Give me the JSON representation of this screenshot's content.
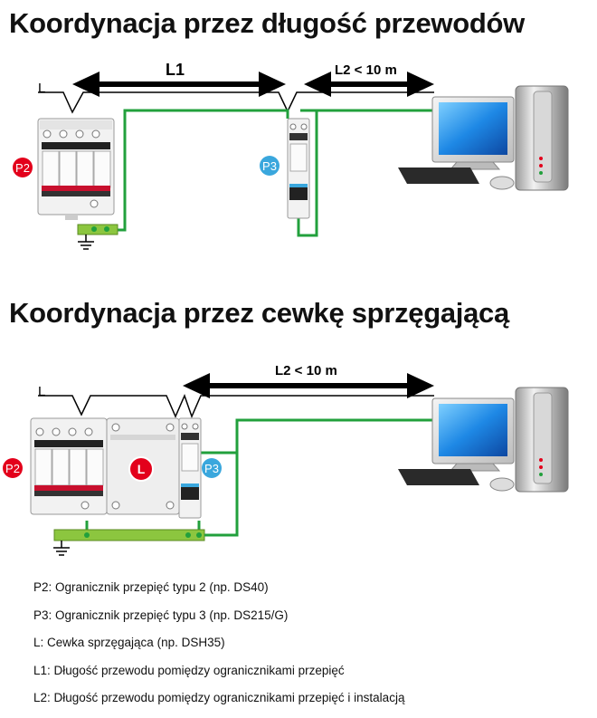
{
  "section1": {
    "title": "Koordynacja przez długość przewodów",
    "line_label": "L",
    "l1_label": "L1",
    "l2_label": "L2 < 10 m",
    "p2_badge": "P2",
    "p3_badge": "P3"
  },
  "section2": {
    "title": "Koordynacja przez cewkę sprzęgającą",
    "line_label": "L",
    "l2_label": "L2 < 10 m",
    "p2_badge": "P2",
    "p3_badge": "P3",
    "coil_badge": "L"
  },
  "colors": {
    "ground_wire": "#22a03c",
    "p2_badge": "#e3001b",
    "p3_badge": "#3aa7dd",
    "earth_bar": "#8cc63f"
  },
  "legend": [
    "P2: Ogranicznik przepięć typu 2 (np. DS40)",
    "P3: Ogranicznik przepięć typu 3 (np. DS215/G)",
    "L: Cewka sprzęgająca (np. DSH35)",
    "L1: Długość przewodu pomiędzy ogranicznikami przepięć",
    "L2: Długość przewodu pomiędzy ogranicznikami przepięć i instalacją"
  ]
}
